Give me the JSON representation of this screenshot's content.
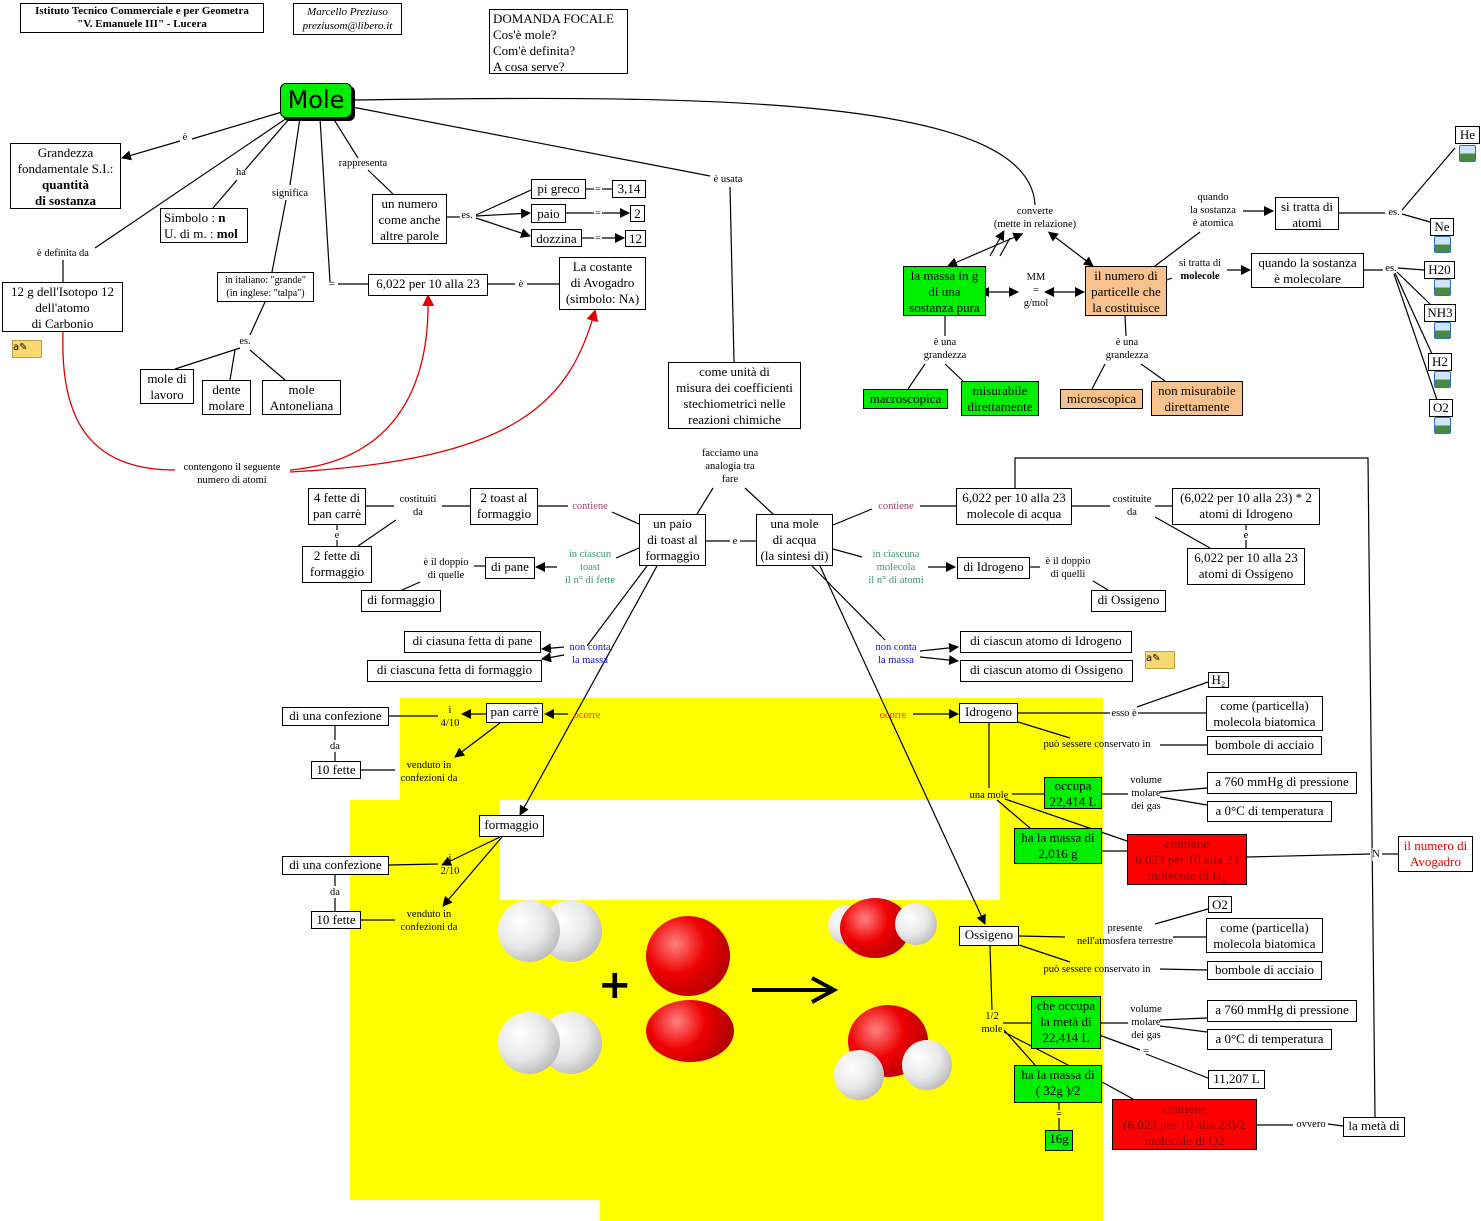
{
  "header": {
    "school": "Istituto Tecnico Commerciale e per Geometra\n\"V. Emanuele III\" - Lucera",
    "author": "Marcello Preziuso\npreziusom@libero.it",
    "focal": "DOMANDA FOCALE\nCos'è mole?\nCom'è definita?\nA cosa serve?"
  },
  "root": "Mole",
  "left": {
    "grandezza_a": "Grandezza\nfondamentale S.I.:",
    "grandezza_b": "quantità\ndi sostanza",
    "simbolo_a": "Simbolo : ",
    "simbolo_n": "n",
    "simbolo_b": "U. di m. : ",
    "simbolo_mol": "mol",
    "italiano": "in italiano: \"grande\"\n(in inglese:  \"talpa\")",
    "isotopo": "12 g dell'Isotopo 12\ndell'atomo\ndi Carbonio",
    "ex1": "mole di\nlavoro",
    "ex2": "dente\nmolare",
    "ex3": "mole\nAntoneliana",
    "numero": "un numero\ncome anche\naltre parole",
    "pigreco": "pi greco",
    "v314": "3,14",
    "paio": "paio",
    "v2": "2",
    "dozzina": "dozzina",
    "v12": "12",
    "avogadro_num": "6,022 per 10 alla 23",
    "costante": "La costante\ndi Avogadro\n(simbolo: Nᴀ)",
    "unita": "come unità di\nmisura dei coefficienti\nstechiometrici nelle\nreazioni chimiche",
    "lbl_e": "è",
    "lbl_ha": "ha",
    "lbl_significa": "significa",
    "lbl_rappresenta": "rappresenta",
    "lbl_usata": "è usata",
    "lbl_definita": "è definita da",
    "lbl_eq": "=",
    "lbl_e2": "è",
    "lbl_es": "es.",
    "lbl_es2": "es.",
    "lbl_eq1": "=",
    "lbl_eq2": "=",
    "lbl_eq3": "=",
    "lbl_contengono": "contengono il seguente\nnumero di atomi"
  },
  "right_top": {
    "massa": "la massa in g\ndi una\nsostanza pura",
    "particelle": "il numero di\nparticelle che\nla costituisce",
    "converte": "converte\n(mette in relazione)",
    "mm": "MM\n=\ng/mol",
    "grandezza1": "è una\ngrandezza",
    "grandezza2": "è una\ngrandezza",
    "macro": "macroscopica",
    "misurabile": "misurabile\ndirettamente",
    "micro": "microscopica",
    "nonmis": "non misurabile\ndirettamente",
    "atomica": "quando\nla sostanza\nè atomica",
    "atomi": "si tratta di\natomi",
    "si_tratta": "si tratta di",
    "molecole": "molecole",
    "molecolare": "quando la sostanza\nè molecolare",
    "es1": "es.",
    "es2": "es.",
    "examples": [
      "He",
      "Ne",
      "H20",
      "NH3",
      "H2",
      "O2"
    ]
  },
  "analogy": {
    "facciamo": "facciamo una\nanalogia tra\nfare",
    "paio": "un paio\ndi toast al\nformaggio",
    "mole": "una mole\ndi acqua\n(la sintesi di)",
    "e": "e",
    "fette4": "4 fette di\npan carrè",
    "costituiti": "costituiti\nda",
    "toast2": "2 toast al\nformaggio",
    "e2": "e",
    "fette2": "2 fette di\nformaggio",
    "contiene1": "contiene",
    "doppio1": "è il doppio\ndi quelle",
    "pane": "di pane",
    "formaggio": "di formaggio",
    "ciascun_toast": "in ciascun\ntoast\nil n° di fette",
    "fetta_pane": "di ciasuna fetta di pane",
    "fetta_form": "di ciascuna fetta di formaggio",
    "nonconta1": "non conta\nla massa",
    "molecole_acqua": "6,022 per 10 alla 23\nmolecole di acqua",
    "costituite": "costituite\nda",
    "atomi_h": "(6,022 per 10 alla 23) * 2\natomi di Idrogeno",
    "e3": "e",
    "atomi_o": "6,022 per 10 alla 23\natomi di Ossigeno",
    "contiene2": "contiene",
    "ciascuna_mol": "in ciascuna\nmolecola\nil n° di atomi",
    "idrogeno": "di Idrogeno",
    "doppio2": "è il doppio\ndi quelli",
    "ossigeno": "di Ossigeno",
    "atomo_h": "di ciascun atomo di Idrogeno",
    "atomo_o": "di ciascun atomo di Ossigeno",
    "nonconta2": "non conta\nla massa"
  },
  "lower_left": {
    "conf1": "di una confezione",
    "i410": "i\n4/10",
    "pancarre": "pan carrè",
    "ocorre": "ocorre",
    "da1": "da",
    "fette10a": "10 fette",
    "venduto1": "venduto in\nconfezioni da",
    "formaggio": "formaggio",
    "conf2": "di una confezione",
    "i210": "i\n2/10",
    "da2": "da",
    "fette10b": "10 fette",
    "venduto2": "venduto in\nconfezioni da",
    "plus": "+"
  },
  "lower_right": {
    "ocorre": "ocorre",
    "idrogeno": "Idrogeno",
    "esso": "esso è",
    "h2": "H₂",
    "biatomica1": "come (particella)\nmolecola biatomica",
    "conservato1": "può sessere conservato in",
    "bombole1": "bombole di acciaio",
    "unamole": "una mole",
    "occupa": "occupa\n22,414 L",
    "volume1": "volume\nmolare\ndei gas",
    "press1": "a 760 mmHg di pressione",
    "temp1": "a 0°C di temperatura",
    "massa_h": "ha la massa di\n2,016 g",
    "contiene_h": "contiene\n6,023 per 10 alla 23\nmolecole di H₂",
    "n": "N",
    "avogadro": "il numero di\nAvogadro",
    "ossigeno": "Ossigeno",
    "presente": "presente\nnell'atmosfera terrestre",
    "o2": "O2",
    "biatomica2": "come (particella)\nmolecola biatomica",
    "conservato2": "può sessere conservato in",
    "bombole2": "bombole di acciaio",
    "mezza": "1/2\nmole",
    "occupa_meta": "che occupa\nla metà di\n22,414 L",
    "volume2": "volume\nmolare\ndei gas",
    "eq": "=",
    "press2": "a 760 mmHg di pressione",
    "temp2": "a 0°C di temperatura",
    "v11207": "11,207 L",
    "massa_o": "ha la massa di\n( 32g )/2",
    "eq2": "=",
    "g16": "16g",
    "contiene_o": "contiene\n(6,023 per 10 alla 23)/2\nmolecole di O2",
    "ovvero": "ovvero",
    "meta": "la metà di"
  },
  "colors": {
    "green": "#00ee00",
    "orange": "#f8c28e",
    "red": "#ff0000",
    "yellow": "#ffff00",
    "arrow_red": "#e00000"
  }
}
